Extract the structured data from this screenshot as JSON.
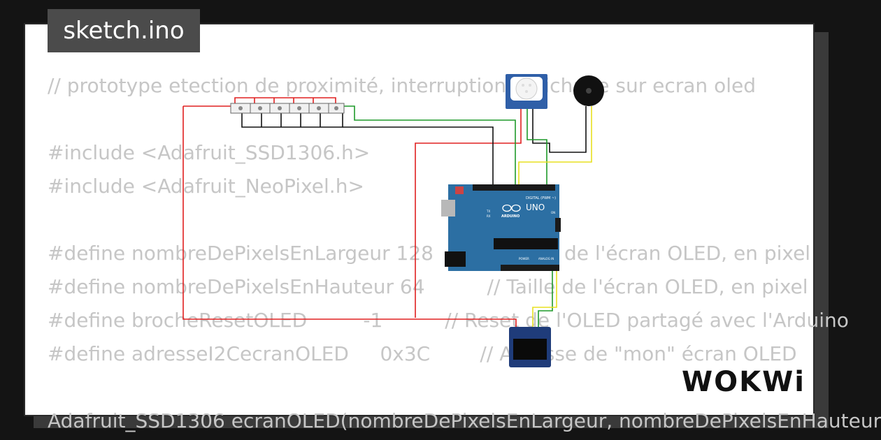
{
  "title_tab": "sketch.ino",
  "logo_text": "WOKWi",
  "code_lines": [
    "// prototype etection de proximité, interruption, affichage sur ecran oled",
    "",
    "#include <Adafruit_SSD1306.h>",
    "#include <Adafruit_NeoPixel.h>",
    "",
    "#define nombreDePixelsEnLargeur 128         // Taille de l'écran OLED, en pixel",
    "#define nombreDePixelsEnHauteur 64          // Taille de l'écran OLED, en pixel",
    "#define brocheResetOLED         -1          // Reset de l'OLED partagé avec l'Arduino",
    "#define adresseI2CecranOLED     0x3C        // Adresse de \"mon\" écran OLED",
    "",
    "Adafruit_SSD1306 ecranOLED(nombreDePixelsEnLargeur, nombreDePixelsEnHauteur"
  ],
  "board": {
    "brand": "ARDUINO",
    "model": "UNO",
    "digital_label": "DIGITAL (PWM ~)",
    "power_label": "POWER",
    "analog_label": "ANALOG IN",
    "tx_label": "TX",
    "rx_label": "RX",
    "on_label": "ON"
  },
  "colors": {
    "board_blue": "#2c6fa3",
    "wire_red": "#e02020",
    "wire_black": "#111111",
    "wire_green": "#1f9a2a",
    "wire_yellow": "#e8e020",
    "code_text": "#c6c6c6"
  }
}
